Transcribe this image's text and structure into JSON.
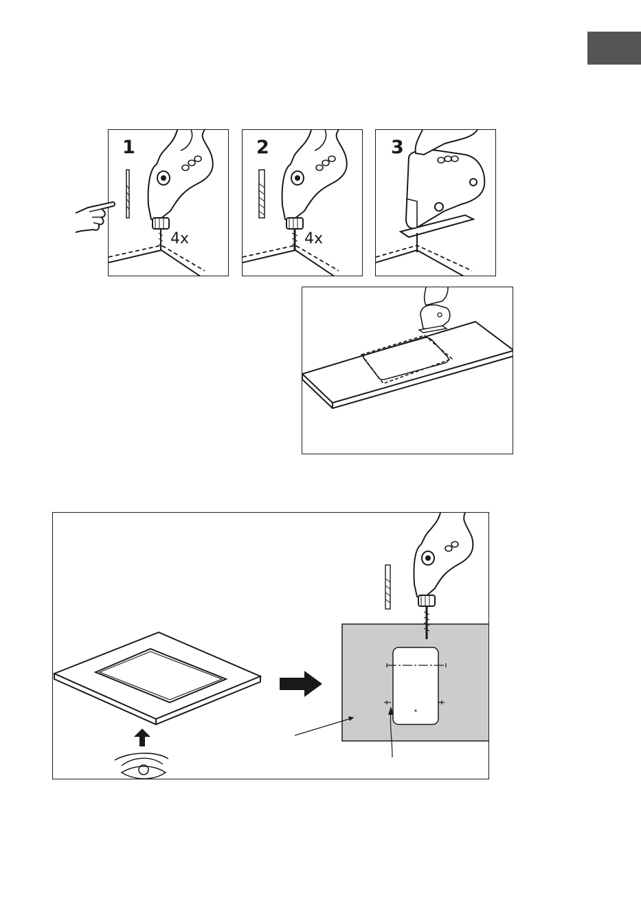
{
  "header": {
    "language_tab_color": "#555555"
  },
  "steps": [
    {
      "number": "1",
      "count": "4x",
      "tool": "drill",
      "bit": "drill-bit-thin"
    },
    {
      "number": "2",
      "count": "4x",
      "tool": "drill",
      "bit": "drill-bit-thick"
    },
    {
      "number": "3",
      "tool": "jigsaw"
    }
  ],
  "countertop_panel": {
    "tool": "jigsaw",
    "object": "countertop-with-cutout"
  },
  "template_panel": {
    "frame": "mounting-frame",
    "template_color": "#cccccc",
    "direction_arrow": "right-arrow",
    "view_arrow": "up-arrow",
    "eye": "eye-icon"
  }
}
